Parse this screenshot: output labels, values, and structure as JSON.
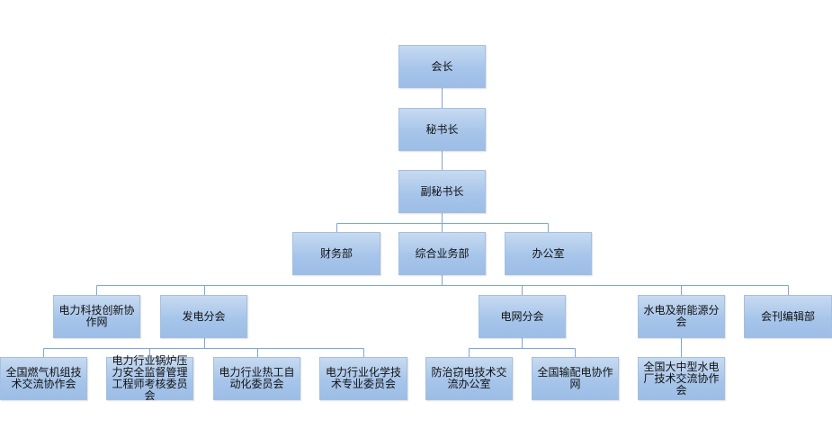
{
  "org": {
    "president": "会长",
    "secretary_general": "秘书长",
    "deputy_secretary_general": "副秘书长",
    "finance_dept": "财务部",
    "general_affairs_dept": "综合业务部",
    "office": "办公室",
    "power_tech_innovation_network": "电力科技创新协作网",
    "generation_branch": "发电分会",
    "grid_branch": "电网分会",
    "hydro_new_energy_branch": "水电及新能源分会",
    "journal_editorial_dept": "会刊编辑部",
    "gas_turbine_tech_exchange": "全国燃气机组技术交流协作会",
    "boiler_pressure_committee": "电力行业锅炉压力安全监督管理工程师考核委员会",
    "thermal_automation_committee": "电力行业热工自动化委员会",
    "chemistry_tech_committee": "电力行业化学技术专业委员会",
    "anti_theft_office": "防治窃电技术交流办公室",
    "distribution_network": "全国输配电协作网",
    "hydropower_plant_exchange": "全国大中型水电厂技术交流协作会"
  },
  "colors": {
    "box_fill": "#a7c5ea",
    "box_border": "#a4bfe0",
    "connector": "#7ea6d6"
  }
}
